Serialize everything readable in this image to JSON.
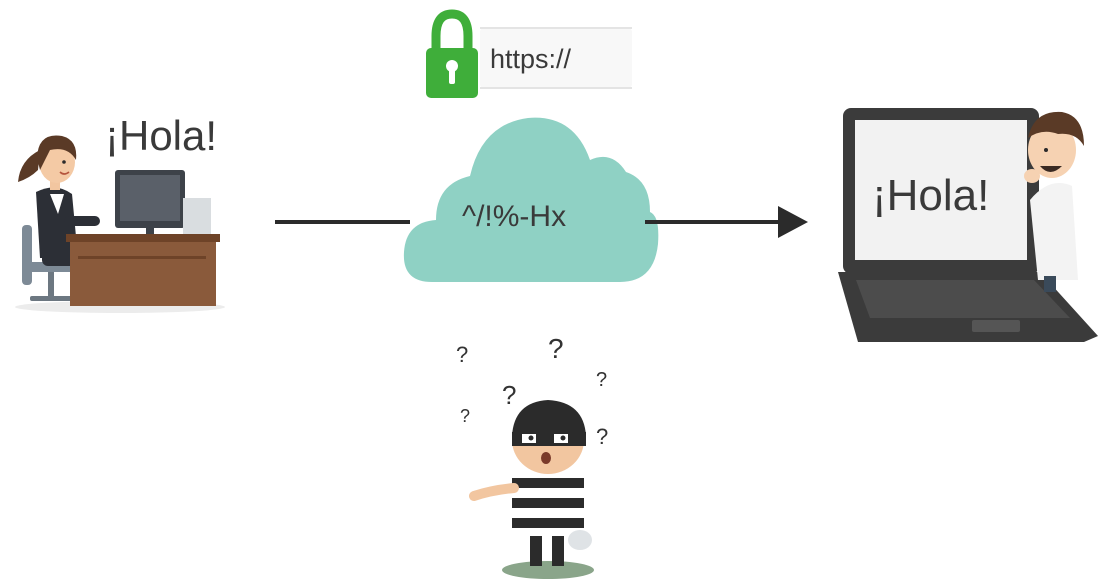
{
  "sender": {
    "greeting": "¡Hola!"
  },
  "address_bar": {
    "url": "https://"
  },
  "cloud": {
    "ciphertext": "^/!%-Hx"
  },
  "receiver": {
    "greeting": "¡Hola!"
  },
  "eavesdropper": {
    "marks": [
      "?",
      "?",
      "?",
      "?",
      "?",
      "?"
    ]
  },
  "colors": {
    "lock": "#3fae3a",
    "cloud": "#8fd1c4",
    "arrow": "#2b2b2b",
    "desk": "#8a5a3b",
    "laptop_frame": "#3b3b3b",
    "screen": "#f2f2f2"
  },
  "icons": [
    "lock-icon",
    "cloud-icon",
    "arrow-icon",
    "laptop-icon",
    "desktop-computer-icon"
  ]
}
